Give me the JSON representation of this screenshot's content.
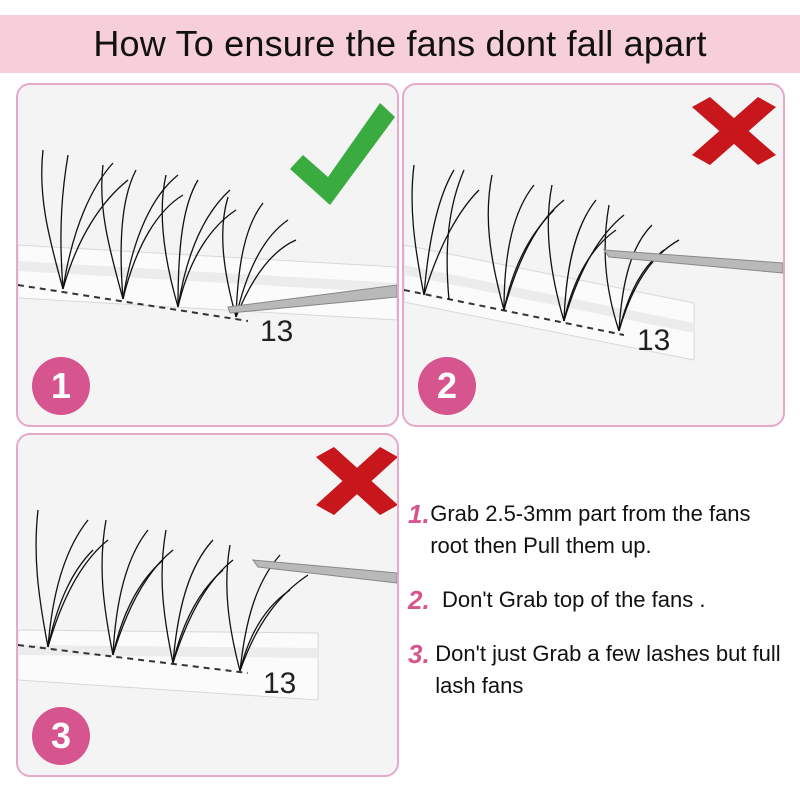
{
  "title": "How To ensure the fans dont fall apart",
  "panels": [
    {
      "badge": "1",
      "tray_number": "13",
      "mark": "check-icon"
    },
    {
      "badge": "2",
      "tray_number": "13",
      "mark": "cross-icon"
    },
    {
      "badge": "3",
      "tray_number": "13",
      "mark": "cross-icon"
    }
  ],
  "steps": [
    {
      "num": "1.",
      "text": "Grab 2.5-3mm part from the fans root then Pull them up."
    },
    {
      "num": "2.",
      "text": "Don't Grab top of the fans ."
    },
    {
      "num": "3.",
      "text": "Don't just Grab a few lashes but full lash fans"
    }
  ],
  "colors": {
    "banner": "#f7cfd8",
    "accent": "#d6558f",
    "check": "#3aab3f",
    "cross": "#c8161d",
    "panel_border": "#e6a9ca"
  }
}
